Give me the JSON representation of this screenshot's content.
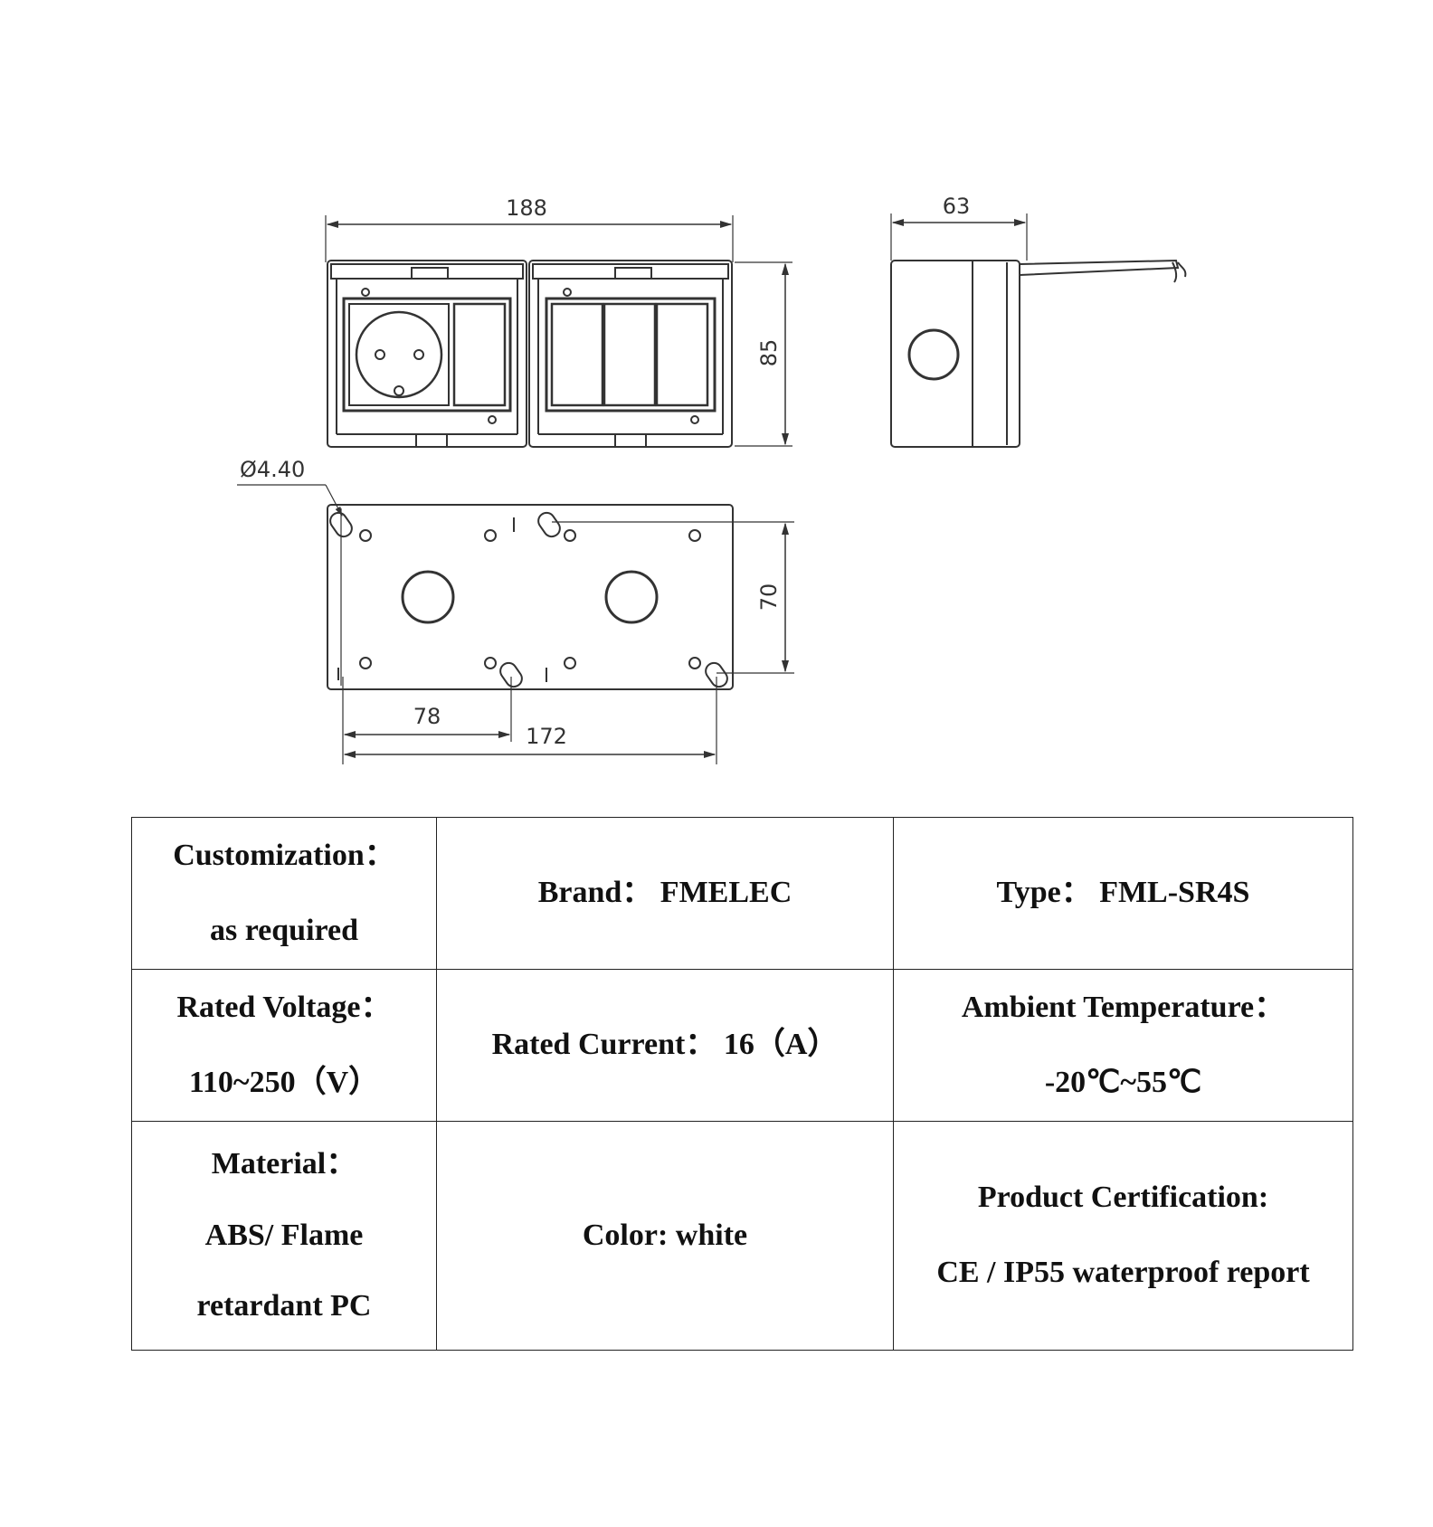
{
  "drawing": {
    "front_view": {
      "width_dim": "188",
      "height_dim": "85"
    },
    "side_view": {
      "depth_dim": "63"
    },
    "mounting_view": {
      "hole_dim": "Ø4.40",
      "height_dim": "70",
      "hole_spacing_dim": "78",
      "overall_spacing_dim": "172"
    }
  },
  "spec_table": {
    "rows": [
      [
        {
          "lines": [
            "Customization：",
            "as required"
          ]
        },
        {
          "lines": [
            "Brand：  FMELEC"
          ]
        },
        {
          "lines": [
            "Type：  FML-SR4S"
          ]
        }
      ],
      [
        {
          "lines": [
            "Rated Voltage：",
            "110~250（V）"
          ]
        },
        {
          "lines": [
            "Rated Current：  16（A）"
          ]
        },
        {
          "lines": [
            "Ambient Temperature：",
            "-20℃~55℃"
          ]
        }
      ],
      [
        {
          "lines": [
            "Material：",
            "ABS/ Flame",
            "retardant PC"
          ]
        },
        {
          "lines": [
            "Color: white"
          ]
        },
        {
          "lines": [
            "Product Certification:",
            "CE / IP55 waterproof report"
          ]
        }
      ]
    ]
  }
}
